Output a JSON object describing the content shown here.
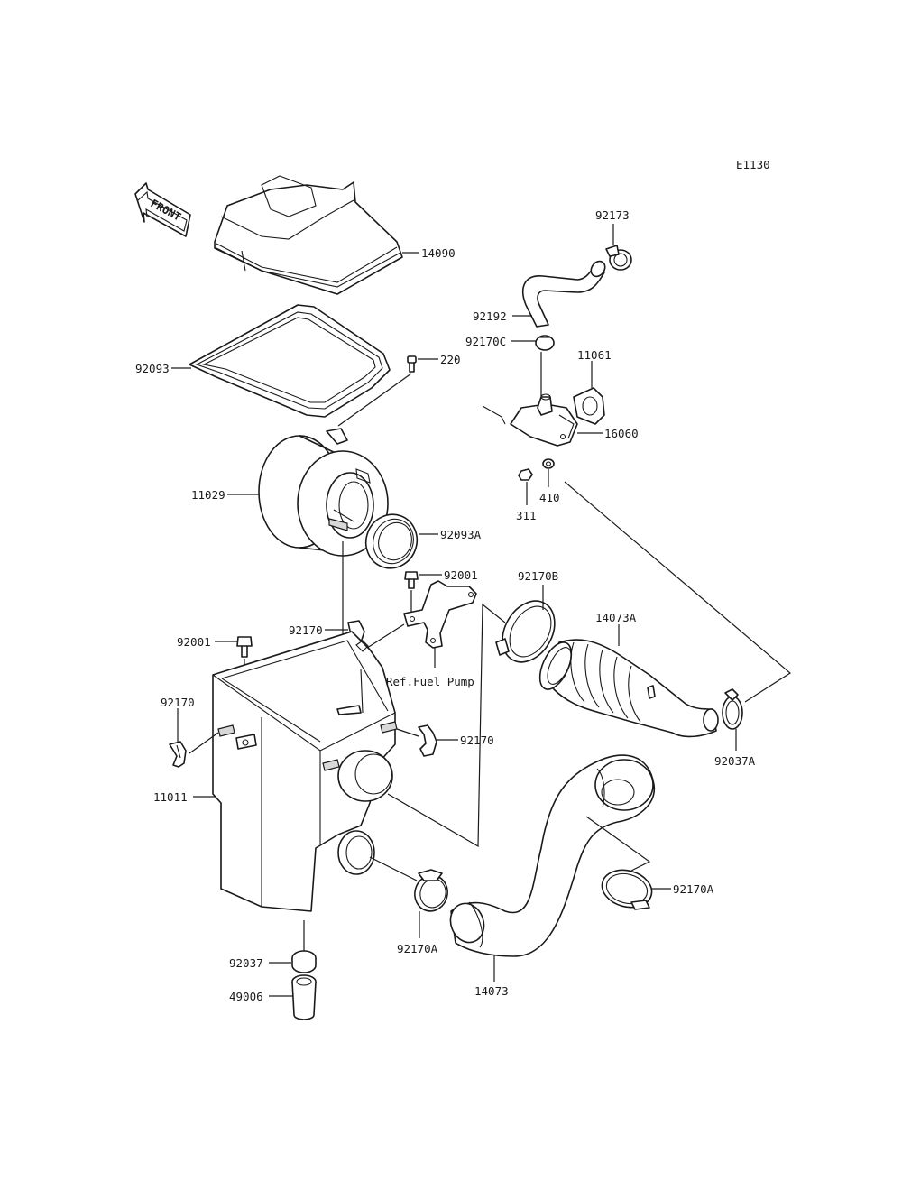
{
  "diagram_code": "E1130",
  "front_label": "FRONT",
  "ref_fuel_pump": "Ref.Fuel Pump",
  "parts": {
    "p14090": "14090",
    "p92093": "92093",
    "p220": "220",
    "p11029": "11029",
    "p92093A": "92093A",
    "p92001_top": "92001",
    "p92001_left": "92001",
    "p92170_top": "92170",
    "p92170_left": "92170",
    "p92170_right": "92170",
    "p11011": "11011",
    "p92037": "92037",
    "p49006": "49006",
    "p92170A_left": "92170A",
    "p14073": "14073",
    "p92170A_right": "92170A",
    "p92173": "92173",
    "p92192": "92192",
    "p92170C": "92170C",
    "p11061": "11061",
    "p16060": "16060",
    "p311": "311",
    "p410": "410",
    "p92170B": "92170B",
    "p14073A": "14073A",
    "p92037A": "92037A"
  }
}
